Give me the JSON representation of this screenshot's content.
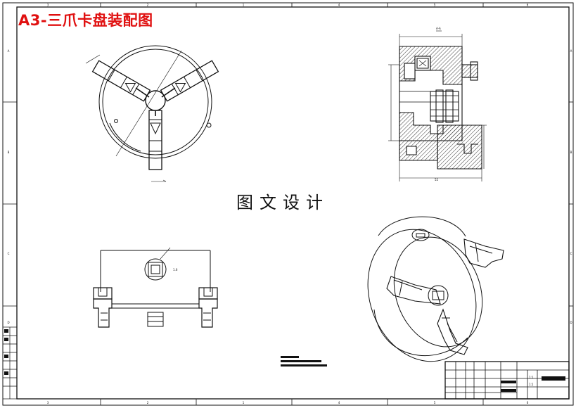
{
  "title": "A3-三爪卡盘装配图",
  "center_label": "图文设计",
  "border": {
    "top_zones": [
      "3",
      "2",
      "1",
      "4",
      "5",
      "6"
    ],
    "bottom_zones": [
      "3",
      "2",
      "1",
      "4",
      "5",
      "6"
    ],
    "left_zones": [
      "A",
      "B",
      "C",
      "D"
    ],
    "right_zones": [
      "A",
      "B",
      "C",
      "D"
    ]
  },
  "labels": {
    "section_mark": "A-A",
    "side_dim": "1.6",
    "section_width": "52"
  },
  "title_block": {
    "scale": "1:1",
    "sheet": "1:1"
  },
  "colors": {
    "title": "#e01010",
    "line": "#111111",
    "hatch": "#222222"
  }
}
